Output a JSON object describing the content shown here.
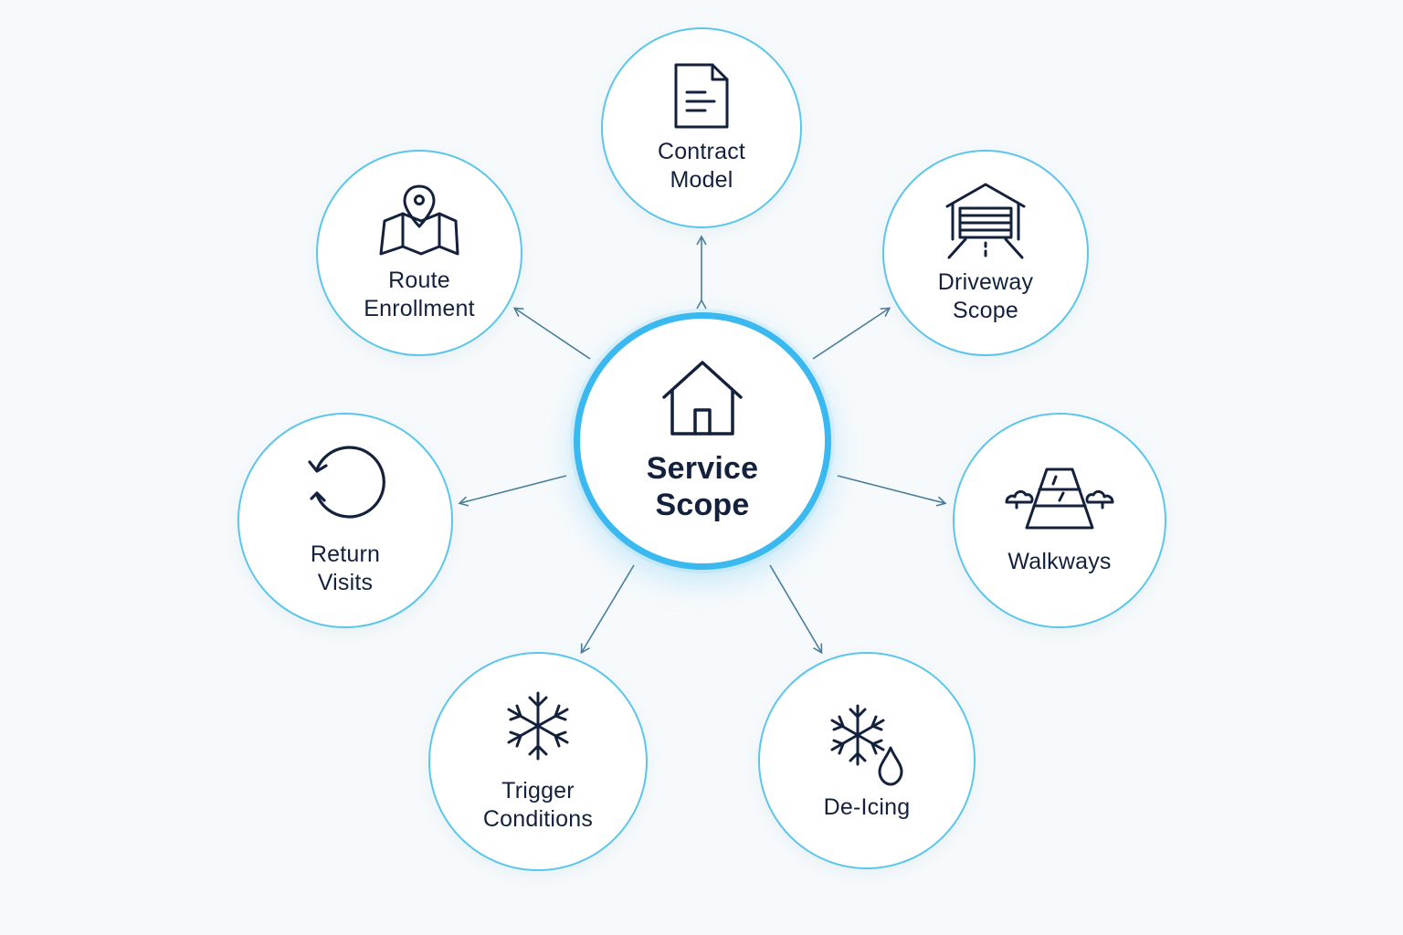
{
  "diagram": {
    "center": {
      "label": "Service\nScope",
      "icon": "house-icon"
    },
    "nodes": [
      {
        "id": "contract-model",
        "label": "Contract\nModel",
        "icon": "document-icon"
      },
      {
        "id": "driveway-scope",
        "label": "Driveway\nScope",
        "icon": "garage-icon"
      },
      {
        "id": "walkways",
        "label": "Walkways",
        "icon": "path-icon"
      },
      {
        "id": "de-icing",
        "label": "De-Icing",
        "icon": "snowflake-drop-icon"
      },
      {
        "id": "trigger-conditions",
        "label": "Trigger\nConditions",
        "icon": "snowflake-icon"
      },
      {
        "id": "return-visits",
        "label": "Return\nVisits",
        "icon": "refresh-icon"
      },
      {
        "id": "route-enrollment",
        "label": "Route\nEnrollment",
        "icon": "map-pin-icon"
      }
    ],
    "colors": {
      "circle_border": "#5cc6ea",
      "center_border": "#3ab8f0",
      "arrow": "#4a7d9a",
      "text": "#14213d",
      "background": "#f7fafc"
    }
  }
}
